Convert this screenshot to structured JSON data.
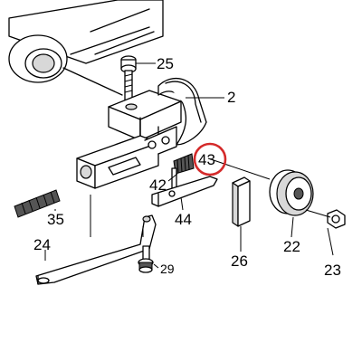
{
  "callouts": {
    "c2": "2",
    "c22": "22",
    "c23": "23",
    "c24": "24",
    "c25": "25",
    "c26": "26",
    "c29": "29",
    "c35": "35",
    "c42": "42",
    "c43": "43",
    "c44": "44"
  },
  "highlighted_part": "43",
  "colors": {
    "highlight": "#d42a2a",
    "line": "#000000",
    "background": "#ffffff"
  }
}
